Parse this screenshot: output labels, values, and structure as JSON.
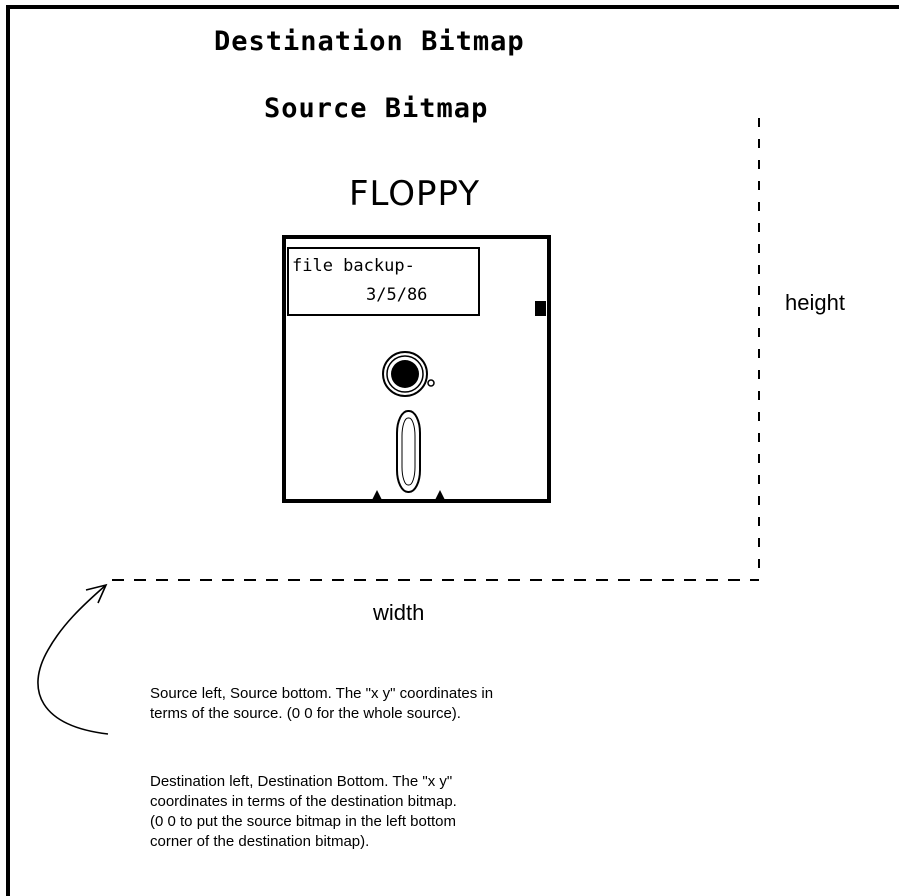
{
  "destination_title": "Destination Bitmap",
  "source_title": "Source Bitmap",
  "floppy": {
    "title": "FLOPPY",
    "label_line1": "file backup-",
    "label_line2": "3/5/86"
  },
  "dimensions": {
    "height_label": "height",
    "width_label": "width"
  },
  "notes": {
    "source_lines": [
      "Source left, Source bottom.  The \"x y\" coordinates in",
      "terms of the source.  (0 0 for the whole source)."
    ],
    "destination_lines": [
      "Destination left, Destination Bottom. The \"x y\"",
      "coordinates in terms of the destination bitmap.",
      "(0 0 to put the source bitmap in the left bottom",
      "corner of the destination bitmap)."
    ]
  }
}
